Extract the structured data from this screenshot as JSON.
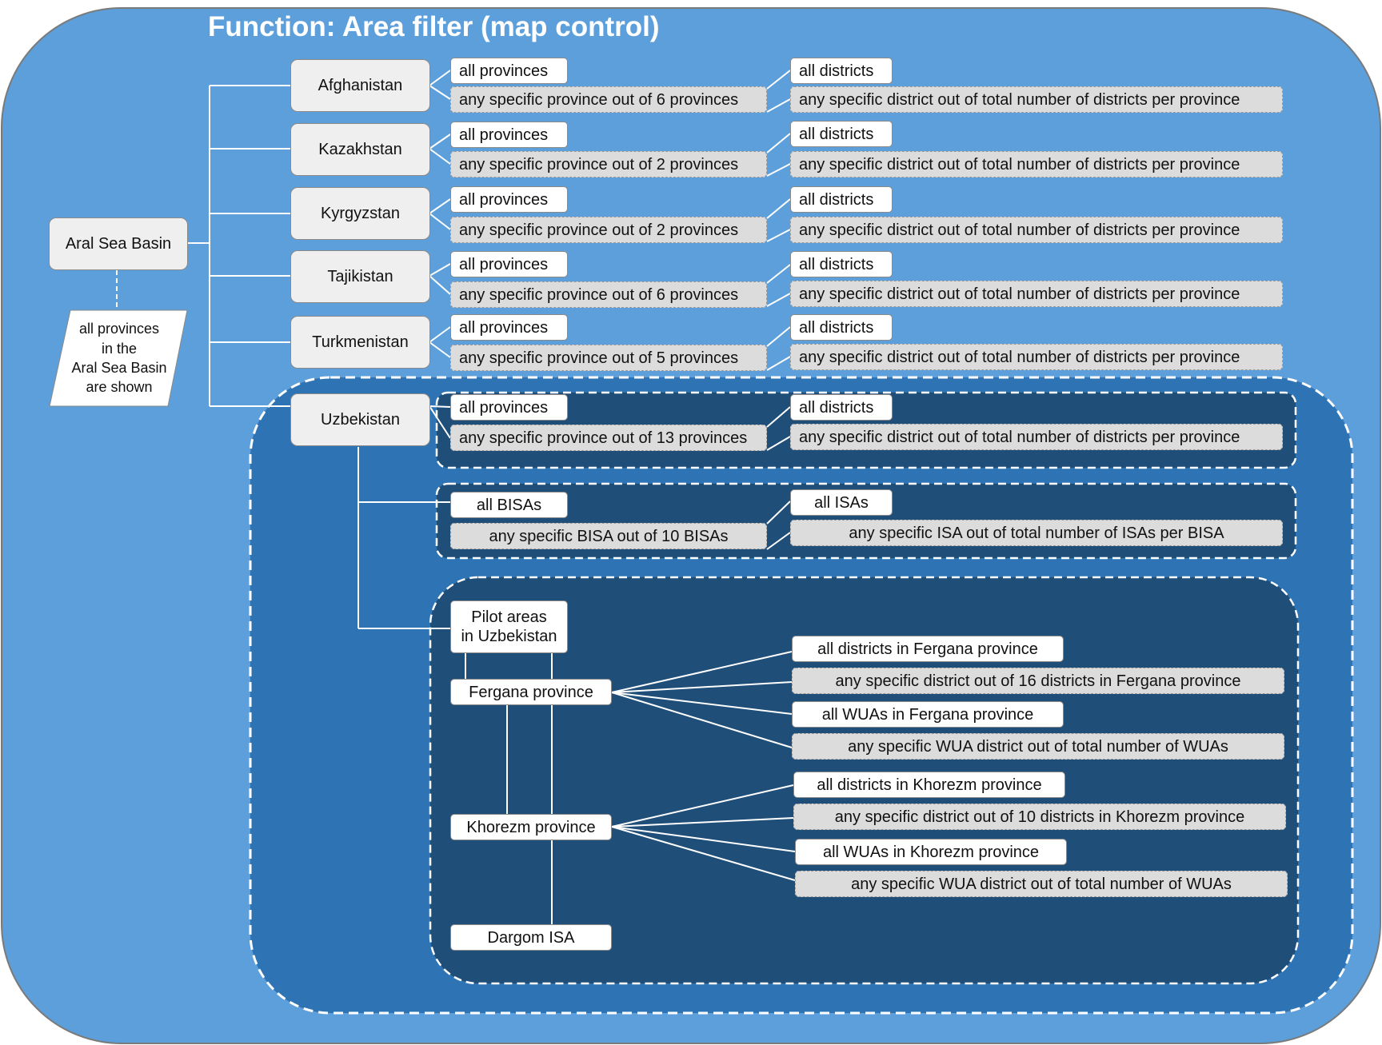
{
  "title": "Function: Area filter (map control)",
  "colors": {
    "outer_panel": "#5c9fdb",
    "uzbekistan_panel": "#2e74b5",
    "inner_panels": "#1f4e79",
    "node_fill": "#ffffff",
    "any_option_fill": "#dcdcdc"
  },
  "root": {
    "label": "Aral Sea Basin",
    "note_lines": [
      "all provinces",
      "in the",
      "Aral Sea Basin",
      "are shown"
    ]
  },
  "countries": [
    {
      "name": "Afghanistan",
      "all_provinces": "all provinces",
      "any_province": "any specific province out of 6 provinces",
      "all_districts": "all districts",
      "any_district": "any specific district out of total number of districts per province"
    },
    {
      "name": "Kazakhstan",
      "all_provinces": "all provinces",
      "any_province": "any specific province out of 2 provinces",
      "all_districts": "all districts",
      "any_district": "any specific district out of total number of districts per province"
    },
    {
      "name": "Kyrgyzstan",
      "all_provinces": "all provinces",
      "any_province": "any specific province out of 2 provinces",
      "all_districts": "all districts",
      "any_district": "any specific district out of total number of districts per province"
    },
    {
      "name": "Tajikistan",
      "all_provinces": "all provinces",
      "any_province": "any specific province out of 6 provinces",
      "all_districts": "all districts",
      "any_district": "any specific district out of total number of districts per province"
    },
    {
      "name": "Turkmenistan",
      "all_provinces": "all provinces",
      "any_province": "any specific province out of 5 provinces",
      "all_districts": "all districts",
      "any_district": "any specific district out of total number of districts per province"
    },
    {
      "name": "Uzbekistan",
      "all_provinces": "all provinces",
      "any_province": "any specific province out of 13 provinces",
      "all_districts": "all districts",
      "any_district": "any specific district out of total number of districts per province"
    }
  ],
  "bisa": {
    "all_bisas": "all BISAs",
    "any_bisa": "any specific BISA out of 10 BISAs",
    "all_isas": "all ISAs",
    "any_isa": "any specific ISA out of total number of ISAs per BISA"
  },
  "pilot": {
    "label_line1": "Pilot areas",
    "label_line2": "in Uzbekistan",
    "fergana": {
      "label": "Fergana province",
      "options": [
        "all districts in Fergana province",
        "any specific district out of 16 districts in Fergana province",
        "all WUAs in Fergana province",
        "any specific WUA district out of total number of WUAs"
      ]
    },
    "khorezm": {
      "label": "Khorezm province",
      "options": [
        "all districts in Khorezm province",
        "any specific district out of 10 districts in Khorezm province",
        "all WUAs in Khorezm province",
        "any specific WUA district out of total number of WUAs"
      ]
    },
    "dargom": "Dargom ISA"
  }
}
